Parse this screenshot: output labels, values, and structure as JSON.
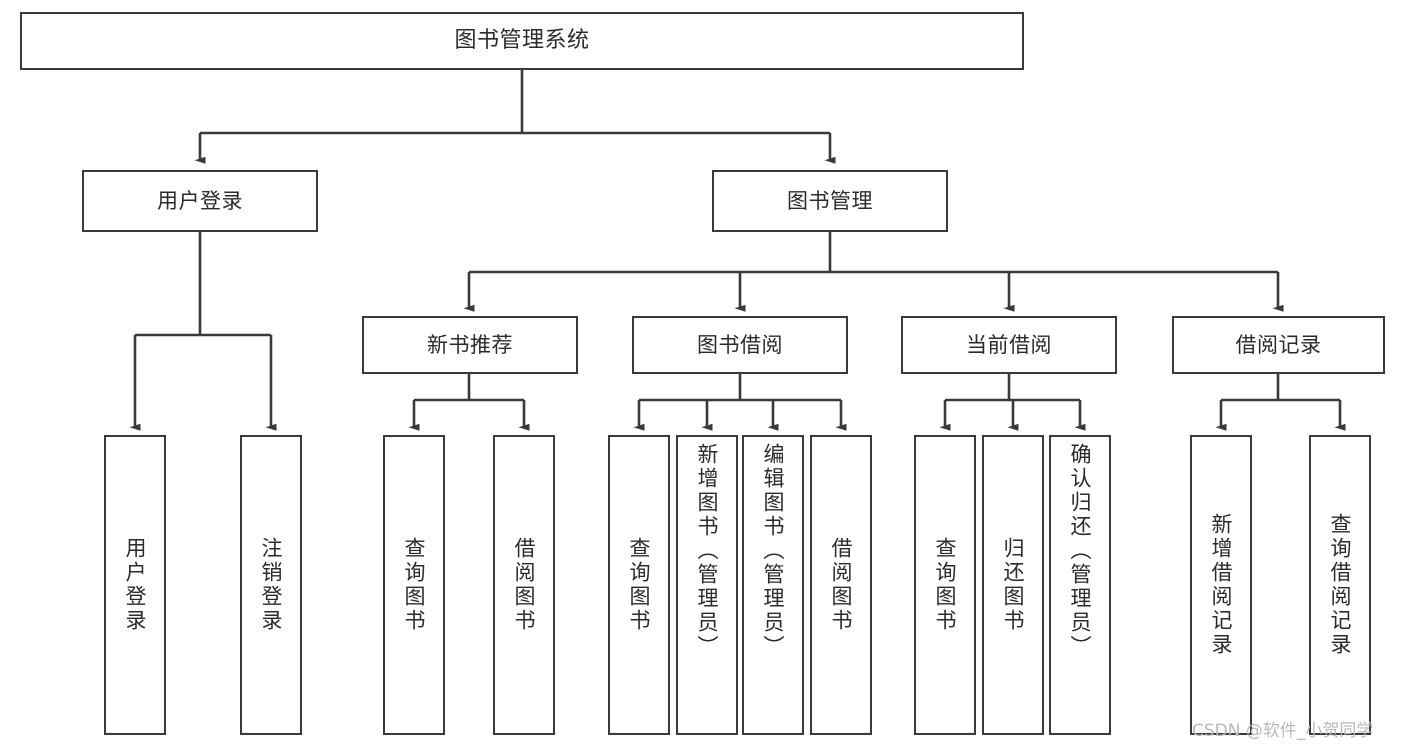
{
  "diagram": {
    "title": "图书管理系统",
    "type": "tree-hierarchy-diagram",
    "root": {
      "id": "root",
      "label": "图书管理系统"
    },
    "level2": [
      {
        "id": "user-login",
        "label": "用户登录"
      },
      {
        "id": "book-manage",
        "label": "图书管理"
      }
    ],
    "level3": [
      {
        "id": "new-book-rec",
        "label": "新书推荐",
        "parent": "book-manage"
      },
      {
        "id": "book-borrow",
        "label": "图书借阅",
        "parent": "book-manage"
      },
      {
        "id": "current-borrow",
        "label": "当前借阅",
        "parent": "book-manage"
      },
      {
        "id": "borrow-record",
        "label": "借阅记录",
        "parent": "book-manage"
      }
    ],
    "leaves": {
      "user-login": [
        {
          "id": "leaf-user-login",
          "label": "用户登录"
        },
        {
          "id": "leaf-logout",
          "label": "注销登录"
        }
      ],
      "new-book-rec": [
        {
          "id": "leaf-query-book-1",
          "label": "查询图书"
        },
        {
          "id": "leaf-borrow-book-1",
          "label": "借阅图书"
        }
      ],
      "book-borrow": [
        {
          "id": "leaf-query-book-2",
          "label": "查询图书"
        },
        {
          "id": "leaf-add-book",
          "label": "新增图书（管理员）"
        },
        {
          "id": "leaf-edit-book",
          "label": "编辑图书（管理员）"
        },
        {
          "id": "leaf-borrow-book-2",
          "label": "借阅图书"
        }
      ],
      "current-borrow": [
        {
          "id": "leaf-query-book-3",
          "label": "查询图书"
        },
        {
          "id": "leaf-return-book",
          "label": "归还图书"
        },
        {
          "id": "leaf-confirm-return",
          "label": "确认归还（管理员）"
        }
      ],
      "borrow-record": [
        {
          "id": "leaf-add-record",
          "label": "新增借阅记录"
        },
        {
          "id": "leaf-query-record",
          "label": "查询借阅记录"
        }
      ]
    }
  },
  "watermark": {
    "text": "CSDN @软件_小贺同学"
  },
  "colors": {
    "stroke": "#3a3a3a",
    "background": "#ffffff",
    "text": "#2b2b2b",
    "watermark": "#b9b9b9"
  }
}
